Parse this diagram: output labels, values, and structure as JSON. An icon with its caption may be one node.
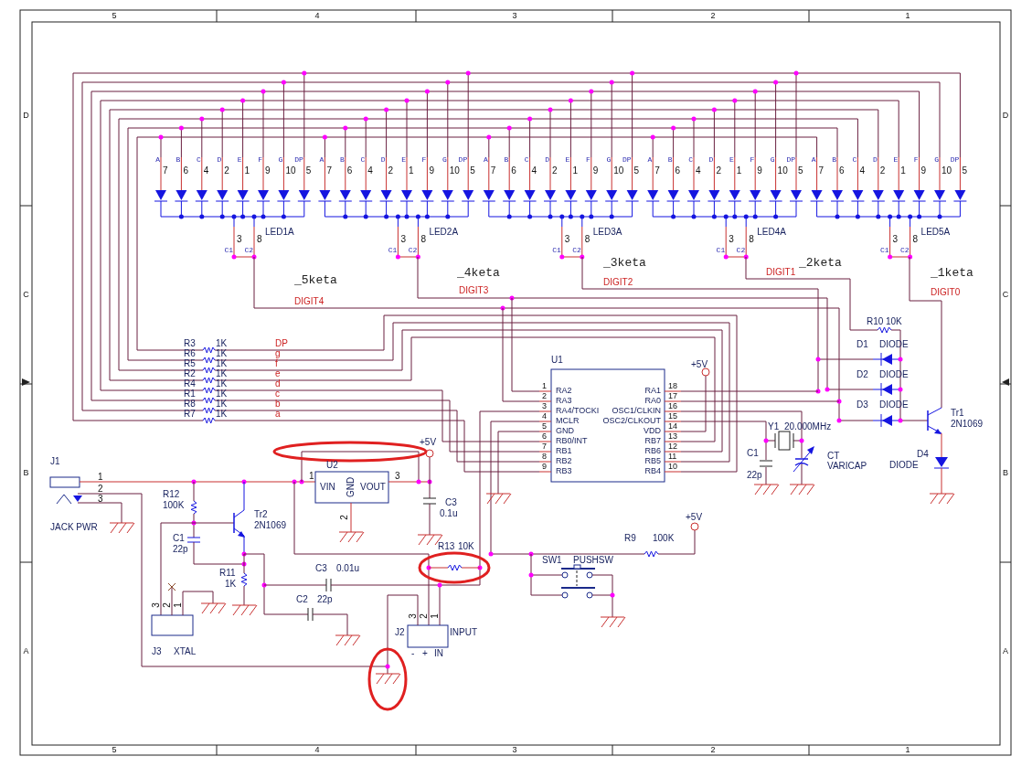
{
  "diagram": {
    "labels": [
      "5",
      "4",
      "3",
      "2",
      "1",
      "D",
      "C",
      "B",
      "A",
      "D",
      "C",
      "B",
      "A",
      "5",
      "4",
      "3",
      "2",
      "1",
      "A",
      "B",
      "C",
      "D",
      "E",
      "F",
      "G",
      "DP",
      "7",
      "6",
      "4",
      "2",
      "1",
      "9",
      "10",
      "5",
      "A",
      "B",
      "C",
      "D",
      "E",
      "F",
      "G",
      "DP",
      "7",
      "6",
      "4",
      "2",
      "1",
      "9",
      "10",
      "5",
      "A",
      "B",
      "C",
      "D",
      "E",
      "F",
      "G",
      "DP",
      "7",
      "6",
      "4",
      "2",
      "1",
      "9",
      "10",
      "5",
      "A",
      "B",
      "C",
      "D",
      "E",
      "F",
      "G",
      "DP",
      "7",
      "6",
      "4",
      "2",
      "1",
      "9",
      "10",
      "5",
      "A",
      "B",
      "C",
      "D",
      "E",
      "F",
      "G",
      "DP",
      "7",
      "6",
      "4",
      "2",
      "1",
      "9",
      "10",
      "5",
      "3",
      "8",
      "C1",
      "C2",
      "LED1A",
      "3",
      "8",
      "C1",
      "C2",
      "LED2A",
      "3",
      "8",
      "C1",
      "C2",
      "LED3A",
      "3",
      "8",
      "C1",
      "C2",
      "LED4A",
      "3",
      "8",
      "C1",
      "C2",
      "LED5A",
      "_5keta",
      "DIGIT4",
      "_4keta",
      "DIGIT3",
      "_3keta",
      "DIGIT2",
      "DIGIT1",
      "_2keta",
      "_1keta",
      "DIGIT0",
      "R10",
      "10K",
      "R3",
      "1K",
      "DP",
      "R6",
      "1K",
      "g",
      "R5",
      "1K",
      "f",
      "R2",
      "1K",
      "e",
      "R4",
      "1K",
      "d",
      "R1",
      "1K",
      "c",
      "R8",
      "1K",
      "b",
      "R7",
      "1K",
      "a",
      "D1",
      "DIODE",
      "D2",
      "DIODE",
      "D3",
      "DIODE",
      "U1",
      "+5V",
      "1",
      "RA2",
      "2",
      "RA3",
      "3",
      "RA4/TOCKI",
      "4",
      "MCLR",
      "5",
      "GND",
      "6",
      "RB0/INT",
      "7",
      "RB1",
      "8",
      "RB2",
      "9",
      "RB3",
      "RA1",
      "18",
      "RA0",
      "17",
      "OSC1/CLKIN",
      "16",
      "OSC2/CLKOUT",
      "15",
      "VDD",
      "14",
      "RB7",
      "13",
      "RB6",
      "12",
      "RB5",
      "11",
      "RB4",
      "10",
      "Y1",
      "20.000MHz",
      "C1",
      "22p",
      "CT",
      "VARICAP",
      "Tr1",
      "2N1069",
      "D4",
      "DIODE",
      "J1",
      "1",
      "2",
      "3",
      "JACK PWR",
      "U2",
      "1",
      "VIN",
      "GND",
      "VOUT",
      "3",
      "2",
      "+5V",
      "C3",
      "0.1u",
      "R12",
      "100K",
      "Tr2",
      "2N1069",
      "C1",
      "22p",
      "R11",
      "1K",
      "C3",
      "0.01u",
      "C2",
      "22p",
      "R13",
      "10K",
      "3",
      "2",
      "1",
      "J3",
      "XTAL",
      "3",
      "2",
      "1",
      "J2",
      "INPUT",
      "-",
      "+",
      "IN",
      "R9",
      "100K",
      "+5V",
      "SW1",
      "PUSHSW"
    ]
  }
}
